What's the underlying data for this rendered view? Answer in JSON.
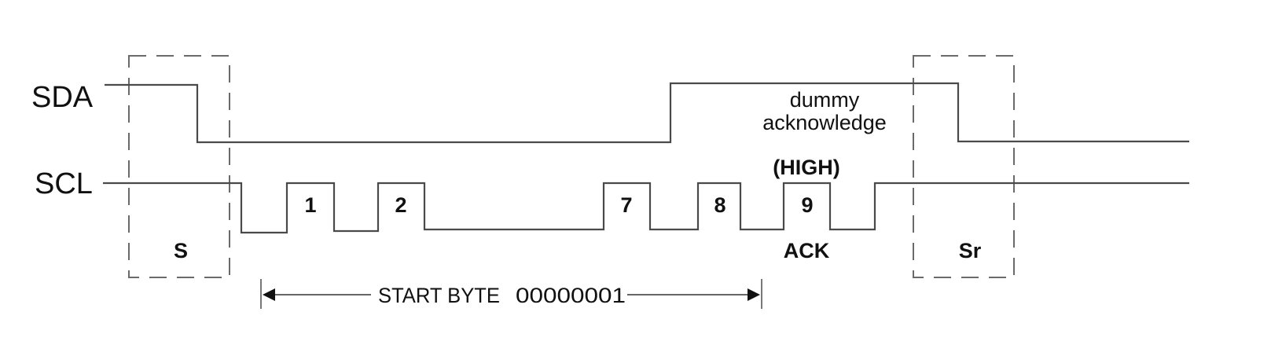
{
  "diagram": {
    "type": "timing-diagram",
    "signals": {
      "sda": {
        "label": "SDA"
      },
      "scl": {
        "label": "SCL"
      }
    },
    "conditions": {
      "start": "S",
      "repeated_start": "Sr"
    },
    "clock_pulses": [
      "1",
      "2",
      "7",
      "8",
      "9"
    ],
    "ack": {
      "label": "ACK",
      "level": "(HIGH)",
      "note_line1": "dummy",
      "note_line2": "acknowledge"
    },
    "start_byte": {
      "label": "START BYTE",
      "value": "00000001"
    }
  }
}
